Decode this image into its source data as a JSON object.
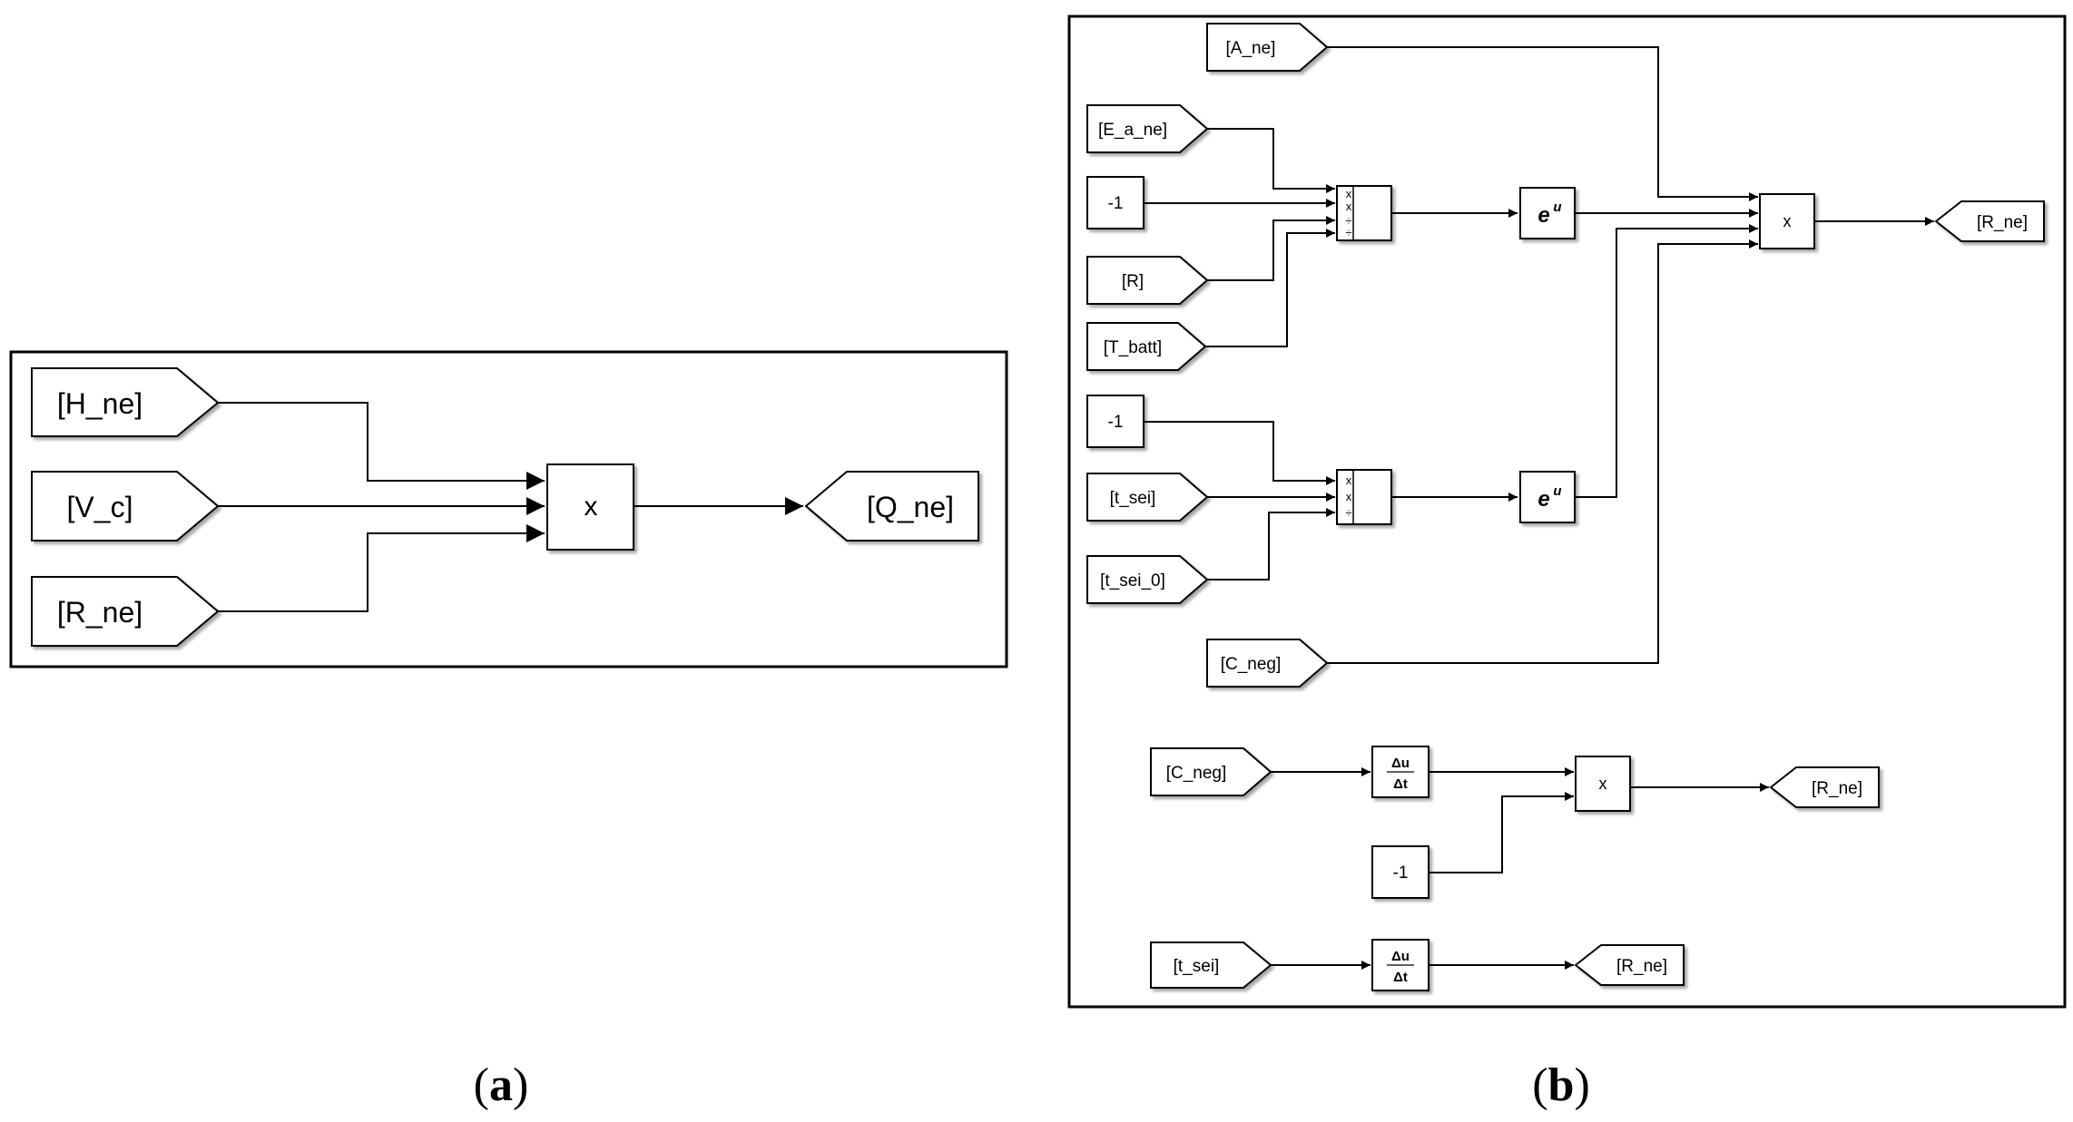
{
  "panel_a": {
    "caption_letter": "a",
    "goto_in": {
      "h": "[H_ne]",
      "v": "[V_c]",
      "r": "[R_ne]"
    },
    "product": "x",
    "goto_out": "[Q_ne]"
  },
  "panel_b": {
    "caption_letter": "b",
    "from_a_ne": "[A_ne]",
    "from_e_a_ne": "[E_a_ne]",
    "const_neg1_top": "-1",
    "from_r": "[R]",
    "from_t_batt": "[T_batt]",
    "const_neg1_mid": "-1",
    "from_t_sei": "[t_sei]",
    "from_t_sei_0": "[t_sei_0]",
    "from_c_neg": "[C_neg]",
    "prod1_signs": [
      "x",
      "x",
      "÷",
      "÷"
    ],
    "prod2_signs": [
      "x",
      "x",
      "÷"
    ],
    "exp_base": "e",
    "exp_power": "u",
    "main_product": "x",
    "goto_r_ne_top": "[R_ne]",
    "deriv": {
      "num": "Δu",
      "den": "Δt"
    },
    "from_c_neg_2": "[C_neg]",
    "prod3": "x",
    "const_neg1_bottom": "-1",
    "goto_r_ne_mid": "[R_ne]",
    "from_t_sei_2": "[t_sei]",
    "goto_r_ne_bottom": "[R_ne]"
  }
}
